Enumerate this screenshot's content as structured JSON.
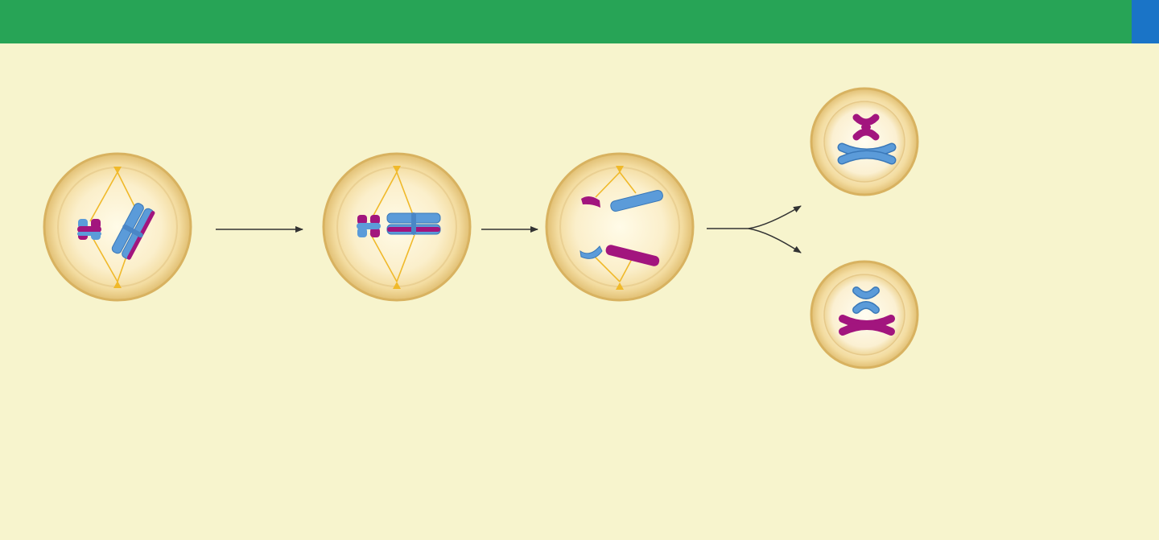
{
  "colors": {
    "background": "#f7f4cd",
    "header_bar": "#27a456",
    "header_accent": "#1a74c7",
    "cell_outer": "#e1bf73",
    "cell_inner": "#fbf0cf",
    "chromosome_magenta": "#a2157e",
    "chromosome_blue": "#5b9bd9",
    "spindle": "#f0b92a",
    "arrow": "#333333"
  },
  "stages": [
    {
      "name": "cell-1",
      "content": "two-paired-chromosomes-with-spindle"
    },
    {
      "name": "cell-2",
      "content": "chromosomes-aligned-at-equator"
    },
    {
      "name": "cell-3",
      "content": "chromosomes-separating-to-poles"
    },
    {
      "name": "daughter-cell-top",
      "content": "small-magenta-over-long-blue"
    },
    {
      "name": "daughter-cell-bottom",
      "content": "small-blue-over-long-magenta"
    }
  ]
}
